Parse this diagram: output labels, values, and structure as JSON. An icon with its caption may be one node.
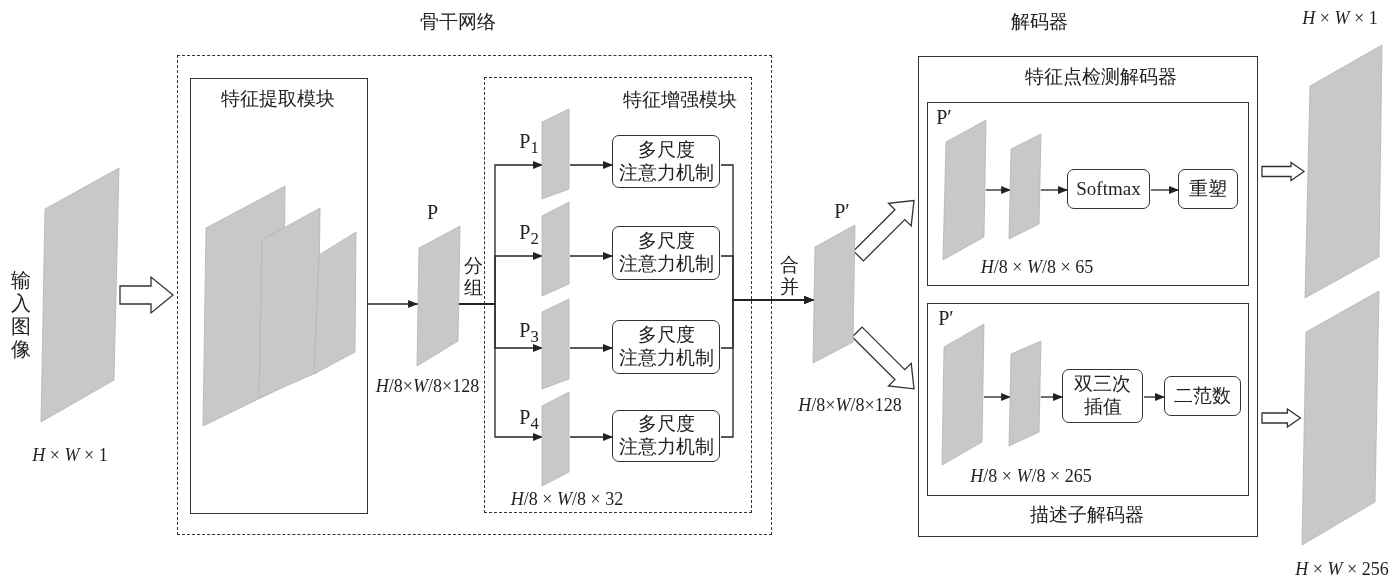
{
  "diagram": {
    "nodes": [
      {
        "text": [],
        "shape": "parallelogram",
        "beside": [
          "输入图像",
          "*H* × *W* × 1"
        ]
      },
      {
        "text": [
          "骨干网络"
        ]
      },
      {
        "text": [
          "特征提取模块"
        ],
        "in": 1
      },
      {
        "text": [],
        "shape": "parallelogram",
        "in": 2
      },
      {
        "text": [],
        "shape": "parallelogram",
        "in": 2
      },
      {
        "text": [],
        "shape": "parallelogram",
        "in": 2
      },
      {
        "text": [],
        "shape": "parallelogram",
        "beside": [
          "P",
          "*H*/8×*W*/8×128"
        ],
        "in": 1
      },
      {
        "text": [
          "特征增强模块"
        ],
        "in": 1
      },
      {
        "text": [],
        "shape": "parallelogram",
        "beside": [
          "P$_{1}$"
        ],
        "in": 7
      },
      {
        "text": [],
        "shape": "parallelogram",
        "beside": [
          "P$_{2}$"
        ],
        "in": 7
      },
      {
        "text": [],
        "shape": "parallelogram",
        "beside": [
          "P$_{3}$"
        ],
        "in": 7
      },
      {
        "text": [],
        "shape": "parallelogram",
        "beside": [
          "P$_{4}$",
          "*H*/8 × *W*/8 × 32"
        ],
        "in": 7
      },
      {
        "text": [
          "多尺度注意力机制"
        ],
        "in": 7
      },
      {
        "text": [
          "多尺度注意力机制"
        ],
        "in": 7
      },
      {
        "text": [
          "多尺度注意力机制"
        ],
        "in": 7
      },
      {
        "text": [
          "多尺度注意力机制"
        ],
        "in": 7
      },
      {
        "text": [],
        "shape": "parallelogram",
        "beside": [
          "P′",
          "*H*/8×*W*/8×128"
        ]
      },
      {
        "text": [
          "解码器"
        ]
      },
      {
        "text": [
          "特征点检测解码器"
        ],
        "in": 17
      },
      {
        "text": [],
        "shape": "parallelogram",
        "beside": [
          "P′",
          "*H*/8 × *W*/8 × 65"
        ],
        "in": 18
      },
      {
        "text": [],
        "shape": "parallelogram",
        "in": 18
      },
      {
        "text": [
          "Softmax"
        ],
        "in": 18
      },
      {
        "text": [
          "重塑"
        ],
        "in": 18
      },
      {
        "text": [
          "描述子解码器"
        ],
        "in": 17
      },
      {
        "text": [],
        "shape": "parallelogram",
        "beside": [
          "P′",
          "*H*/8 × *W*/8 × 265"
        ],
        "in": 23
      },
      {
        "text": [],
        "shape": "parallelogram",
        "in": 23
      },
      {
        "text": [
          "双三次插值"
        ],
        "in": 23
      },
      {
        "text": [
          "二范数"
        ],
        "in": 23
      },
      {
        "text": [],
        "shape": "parallelogram",
        "beside": [
          "*H* × *W* × 1"
        ]
      },
      {
        "text": [],
        "shape": "parallelogram",
        "beside": [
          "*H* × *W* × 256"
        ]
      }
    ],
    "edges": [
      {
        "from": 0,
        "to": 1,
        "arrow": "to",
        "style": "thick"
      },
      {
        "from": 2,
        "to": 6,
        "arrow": "to"
      },
      {
        "from": 6,
        "to": 8,
        "arrow": "to",
        "label": "分组"
      },
      {
        "from": 6,
        "to": 9,
        "arrow": "to"
      },
      {
        "from": 6,
        "to": 10,
        "arrow": "to"
      },
      {
        "from": 6,
        "to": 11,
        "arrow": "to"
      },
      {
        "from": 8,
        "to": 12,
        "arrow": "to"
      },
      {
        "from": 9,
        "to": 13,
        "arrow": "to"
      },
      {
        "from": 10,
        "to": 14,
        "arrow": "to"
      },
      {
        "from": 11,
        "to": 15,
        "arrow": "to"
      },
      {
        "from": 12,
        "to": 16,
        "arrow": "to",
        "label": "合并"
      },
      {
        "from": 13,
        "to": 16,
        "arrow": "to"
      },
      {
        "from": 14,
        "to": 16,
        "arrow": "to"
      },
      {
        "from": 15,
        "to": 16,
        "arrow": "to"
      },
      {
        "from": 16,
        "to": 18,
        "arrow": "to",
        "style": "thick"
      },
      {
        "from": 16,
        "to": 23,
        "arrow": "to",
        "style": "thick"
      },
      {
        "from": 19,
        "to": 20,
        "arrow": "to"
      },
      {
        "from": 20,
        "to": 21,
        "arrow": "to"
      },
      {
        "from": 21,
        "to": 22,
        "arrow": "to"
      },
      {
        "from": 24,
        "to": 25,
        "arrow": "to"
      },
      {
        "from": 25,
        "to": 26,
        "arrow": "to"
      },
      {
        "from": 26,
        "to": 27,
        "arrow": "to"
      },
      {
        "from": 18,
        "to": 28,
        "arrow": "to",
        "style": "thick"
      },
      {
        "from": 23,
        "to": 29,
        "arrow": "to",
        "style": "thick"
      }
    ]
  }
}
